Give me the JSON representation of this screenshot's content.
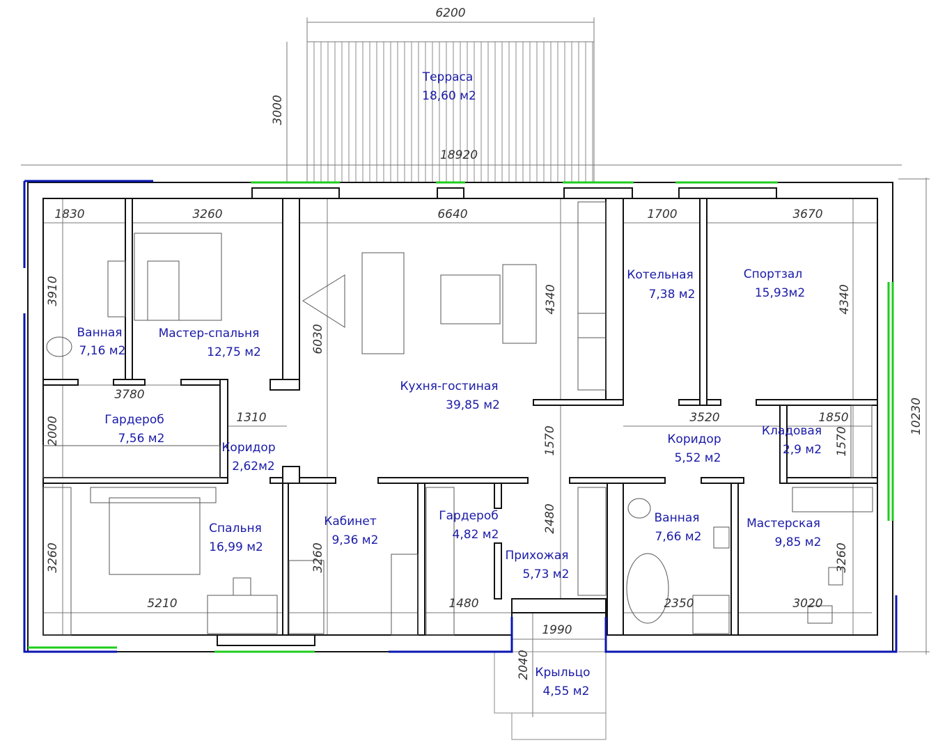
{
  "title": "Floor plan",
  "colors": {
    "room_label": "#1a1aa8",
    "window": "#1ecc1e",
    "outer_edge": "#0a16b0"
  },
  "rooms": [
    {
      "name": "Терраса",
      "area": "18,60 м2"
    },
    {
      "name": "Ванная",
      "area": "7,16 м2"
    },
    {
      "name": "Мастер-спальня",
      "area": "12,75 м2"
    },
    {
      "name": "Кухня-гостиная",
      "area": "39,85 м2"
    },
    {
      "name": "Котельная",
      "area": "7,38 м2"
    },
    {
      "name": "Спортзал",
      "area": "15,93м2"
    },
    {
      "name": "Гардероб",
      "area": "7,56 м2"
    },
    {
      "name": "Коридор",
      "area": "2,62м2"
    },
    {
      "name": "Коридор",
      "area": "5,52 м2"
    },
    {
      "name": "Кладовая",
      "area": "2,9 м2"
    },
    {
      "name": "Спальня",
      "area": "16,99 м2"
    },
    {
      "name": "Кабинет",
      "area": "9,36 м2"
    },
    {
      "name": "Гардероб",
      "area": "4,82 м2"
    },
    {
      "name": "Прихожая",
      "area": "5,73 м2"
    },
    {
      "name": "Ванная",
      "area": "7,66 м2"
    },
    {
      "name": "Мастерская",
      "area": "9,85 м2"
    },
    {
      "name": "Крыльцо",
      "area": "4,55 м2"
    }
  ],
  "dims_h": [
    "6200",
    "18920",
    "1830",
    "3260",
    "6640",
    "1700",
    "3670",
    "3780",
    "1310",
    "3520",
    "1850",
    "5210",
    "1480",
    "2350",
    "3020",
    "1990"
  ],
  "dims_v": [
    "3000",
    "3910",
    "6030",
    "4340",
    "4340",
    "10230",
    "2000",
    "1570",
    "1570",
    "2480",
    "3260",
    "3260",
    "3260",
    "2040"
  ]
}
